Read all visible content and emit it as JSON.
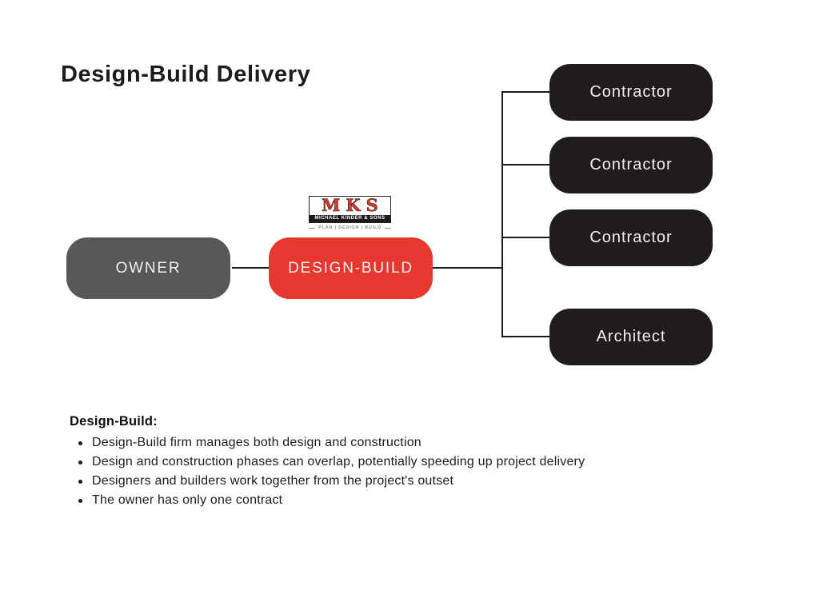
{
  "title": "Design-Build Delivery",
  "logo": {
    "acronym": "MKS",
    "company": "MICHAEL KINDER & SONS",
    "tagline": "PLAN  |  DESIGN  |  BUILD"
  },
  "colors": {
    "accent_red": "#e6382e",
    "owner_gray": "#58585a",
    "node_black": "#201c1c",
    "line_black": "#1a1a1a",
    "logo_red": "#d63a2e"
  },
  "diagram": {
    "owner_label": "OWNER",
    "design_build_label": "DESIGN-BUILD",
    "sub_boxes": [
      {
        "label": "Contractor"
      },
      {
        "label": "Contractor"
      },
      {
        "label": "Contractor"
      },
      {
        "label": "Architect"
      }
    ]
  },
  "notes": {
    "heading": "Design-Build:",
    "bullets": [
      "Design-Build firm manages both design and construction",
      "Design and construction phases can overlap, potentially speeding up project delivery",
      "Designers and builders work together from the project's outset",
      "The owner has only one contract"
    ]
  }
}
